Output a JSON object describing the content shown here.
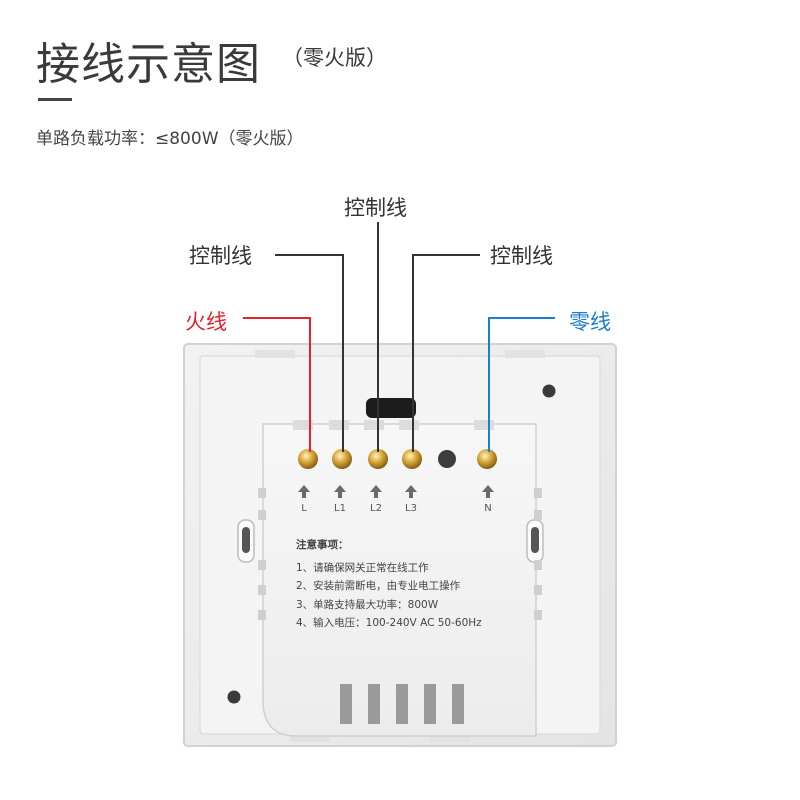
{
  "header": {
    "title": "接线示意图",
    "title_note": "（零火版）",
    "subtitle": "单路负载功率：≤800W（零火版）"
  },
  "callouts": {
    "control_top": "控制线",
    "control_left": "控制线",
    "control_right": "控制线",
    "live_wire": "火线",
    "neutral_wire": "零线"
  },
  "terminals": [
    "L",
    "L1",
    "L2",
    "L3",
    "N"
  ],
  "notes": {
    "heading": "注意事项：",
    "items": [
      "1、请确保网关正常在线工作",
      "2、安装前需断电，由专业电工操作",
      "3、单路支持最大功率：800W",
      "4、输入电压：100-240V AC 50-60Hz"
    ]
  },
  "colors": {
    "live": "#e3222b",
    "neutral": "#1a7fd1",
    "control": "#333333"
  }
}
